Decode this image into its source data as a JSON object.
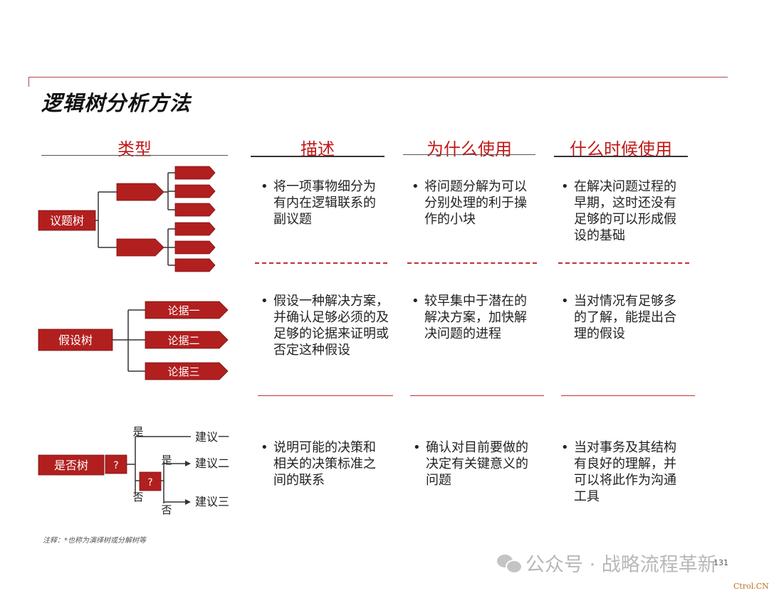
{
  "title": "逻辑树分析方法",
  "headers": [
    "类型",
    "描述",
    "为什么使用",
    "什么时候使用"
  ],
  "rows": [
    {
      "type_label": "议题树",
      "desc": "将一项事物细分为 有内在逻辑联系的 副议题",
      "why": "将问题分解为可以分别处理的利于操作的小块",
      "when": "在解决问题过程的 早期，这时还没有 足够的可以形成假 设的基础"
    },
    {
      "type_label": "假设树",
      "branches": [
        "论据一",
        "论据二",
        "论据三"
      ],
      "desc": "假设一种解决方案，并确认足够必须的及足够的论据来证明或否定这种假设",
      "why": "较早集中于潜在的 解决方案，加快解 决问题的进程",
      "when": "当对情况有足够多 的了解，能提出合 理的假设"
    },
    {
      "type_label": "是否树",
      "question": "?",
      "yes": "是",
      "no": "否",
      "outcomes": [
        "建议一",
        "建议二",
        "建议三"
      ],
      "desc": "说明可能的决策和 相关的决策标准之 间的联系",
      "why": "确认对目前要做的 决定有关键意义的 问题",
      "when": "当对事务及其结构 有良好的理解，并 可以将此作为沟通 工具"
    }
  ],
  "note": "注释：*也称为演绎树或分解树等",
  "watermark": "公众号 · 战略流程革新",
  "page_number": "131",
  "source_mark": "Ctrol.CN",
  "colors": {
    "accent": "#b21f1f",
    "header_text": "#c01818"
  }
}
